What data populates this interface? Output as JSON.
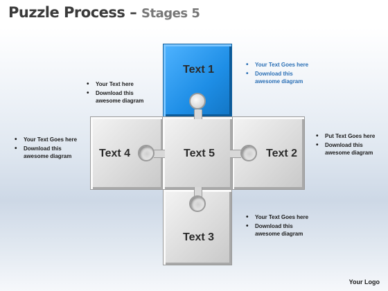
{
  "title": {
    "main": "Puzzle Process – ",
    "sub": "Stages 5"
  },
  "pieces": {
    "p1": "Text 1",
    "p2": "Text 2",
    "p3": "Text 3",
    "p4": "Text 4",
    "p5": "Text 5"
  },
  "notes": {
    "top_left": [
      "Your Text  here",
      "Download this awesome diagram"
    ],
    "top_right": [
      "Your Text Goes here",
      "Download this awesome diagram"
    ],
    "left": [
      "Your Text Goes here",
      "Download this awesome diagram"
    ],
    "right": [
      "Put Text Goes here",
      "Download this awesome diagram"
    ],
    "bottom_right": [
      "Your Text Goes here",
      "Download this awesome diagram"
    ]
  },
  "logo": "Your Logo",
  "colors": {
    "highlight_piece": "#1e8ee6",
    "piece": "#dcdcdc",
    "note_highlight": "#2a6fb5"
  }
}
